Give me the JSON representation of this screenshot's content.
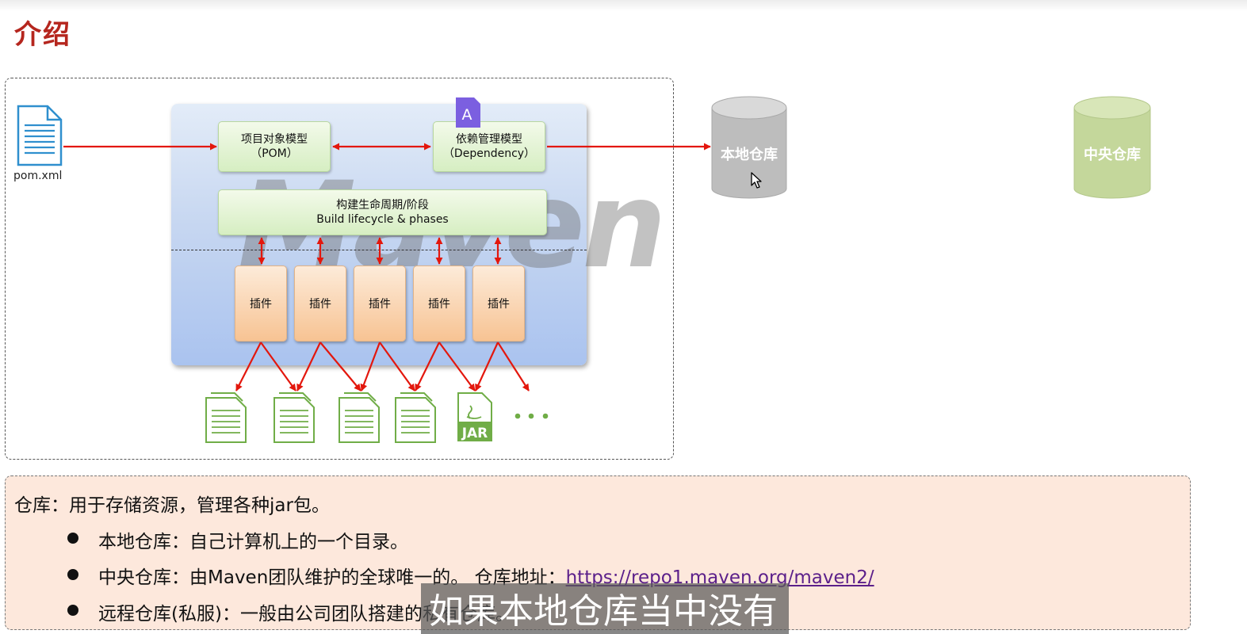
{
  "page": {
    "title": "介绍"
  },
  "diagram": {
    "file_label": "pom.xml",
    "pom_box": {
      "line1": "项目对象模型",
      "line2": "（POM）"
    },
    "dependency_box": {
      "line1": "依赖管理模型",
      "line2": "（Dependency）",
      "badge": "A"
    },
    "lifecycle_box": {
      "line1": "构建生命周期/阶段",
      "line2": "Build lifecycle & phases"
    },
    "watermark": "Maven",
    "plugins": [
      "插件",
      "插件",
      "插件",
      "插件",
      "插件"
    ],
    "jar_label": "JAR",
    "local_repo": "本地仓库",
    "central_repo": "中央仓库",
    "colors": {
      "arrow": "#e3170d",
      "local_repo": "#bdbdbd",
      "central_repo": "#c4d79b",
      "output_file": "#70ad47"
    }
  },
  "info": {
    "intro": "仓库：用于存储资源，管理各种jar包。",
    "items": [
      {
        "text": "本地仓库：自己计算机上的一个目录。"
      },
      {
        "text": "中央仓库：由Maven团队维护的全球唯一的。 仓库地址：",
        "link": "https://repo1.maven.org/maven2/"
      },
      {
        "text": "远程仓库(私服)：一般由公司团队搭建的私有仓库。"
      }
    ]
  },
  "subtitle": "如果本地仓库当中没有"
}
